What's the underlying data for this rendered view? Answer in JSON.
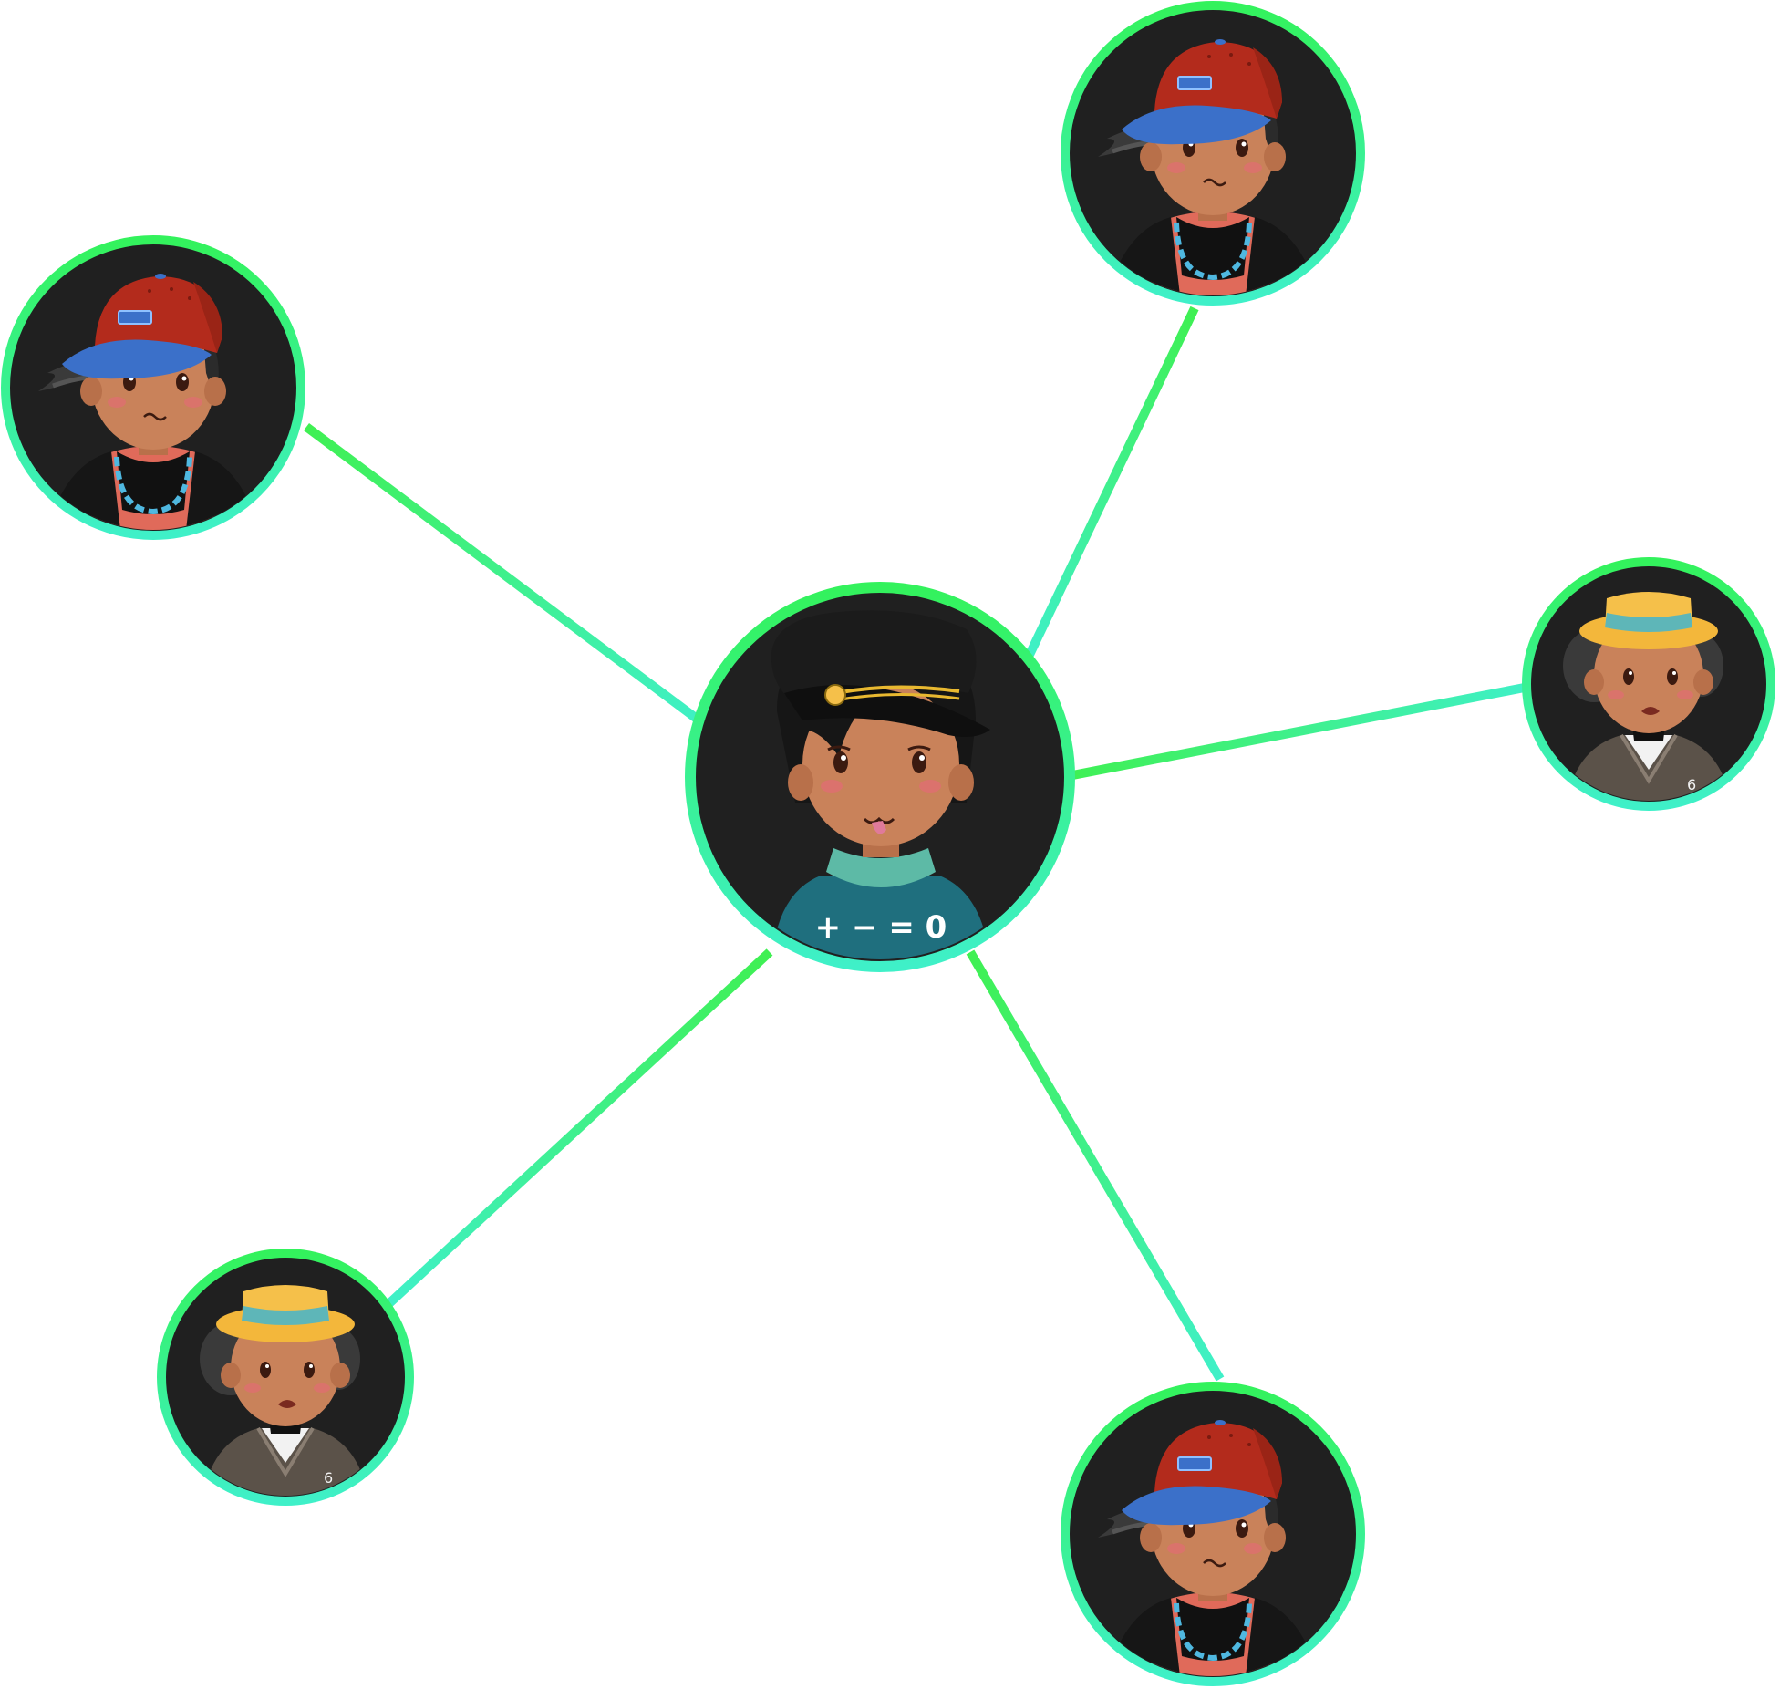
{
  "diagram": {
    "type": "star-network",
    "colors": {
      "background": "#ffffff",
      "ring_green": "#33f25c",
      "ring_teal": "#3ff0c8",
      "avatar_bg": "#202020",
      "skin": "#c9825a",
      "skin_shade": "#b8704a"
    },
    "center": {
      "avatar": "captain-cap-avatar",
      "shirt_text": "+ − = 0"
    },
    "nodes": [
      {
        "id": "node-top-left",
        "avatar": "red-cap-avatar"
      },
      {
        "id": "node-top-right",
        "avatar": "red-cap-avatar"
      },
      {
        "id": "node-right",
        "avatar": "boater-hat-avatar",
        "sweater_number": "6"
      },
      {
        "id": "node-bottom-left",
        "avatar": "boater-hat-avatar",
        "sweater_number": "6"
      },
      {
        "id": "node-bottom-right",
        "avatar": "red-cap-avatar"
      }
    ]
  }
}
